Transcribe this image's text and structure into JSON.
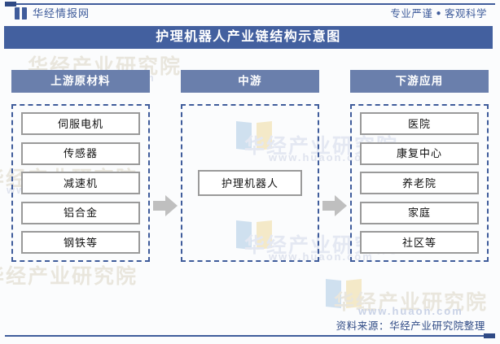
{
  "brand": {
    "logo_icon": "book-logo-icon",
    "name": "华经情报网",
    "slogan_left": "专业严谨",
    "slogan_sep": "●",
    "slogan_right": "客观科学"
  },
  "title": "护理机器人产业链结构示意图",
  "chart_data": {
    "type": "diagram",
    "title": "护理机器人产业链结构示意图",
    "columns": [
      {
        "header": "上游原材料",
        "nodes": [
          "伺服电机",
          "传感器",
          "减速机",
          "铝合金",
          "钢铁等"
        ]
      },
      {
        "header": "中游",
        "nodes": [
          "护理机器人"
        ]
      },
      {
        "header": "下游应用",
        "nodes": [
          "医院",
          "康复中心",
          "养老院",
          "家庭",
          "社区等"
        ]
      }
    ],
    "connectors": [
      {
        "from": "上游原材料",
        "to": "中游",
        "glyph": "arrow-right"
      },
      {
        "from": "中游",
        "to": "下游应用",
        "glyph": "arrow-right"
      }
    ]
  },
  "watermark": {
    "cn": "华经产业研究院",
    "url": "www.huaon.com"
  },
  "footer": "资料来源：华经产业研究院整理",
  "colors": {
    "title_bar": "#43609F",
    "column_header": "#6A7FAC",
    "dashed_border": "#3F5C9B",
    "node_border": "#9A9A9A",
    "arrow": "#BFBFBF",
    "brand_text": "#3F5C9B",
    "footer_text": "#2F4A85"
  }
}
